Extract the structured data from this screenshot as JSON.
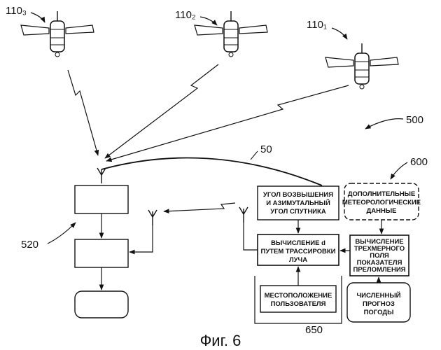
{
  "labels": {
    "sat3": "110₃",
    "sat2": "110₂",
    "sat1": "110₁",
    "ref500": "500",
    "ref50": "50",
    "ref600": "600",
    "ref520": "520",
    "ref650": "650"
  },
  "boxes": {
    "elevation_line1": "УГОЛ ВОЗВЫШЕНИЯ",
    "elevation_line2": "И АЗИМУТАЛЬНЫЙ",
    "elevation_line3": "УГОЛ СПУТНИКА",
    "meteo_line1": "ДОПОЛНИТЕЛЬНЫЕ",
    "meteo_line2": "МЕТЕОРОЛОГИЧЕСКИЕ",
    "meteo_line3": "ДАННЫЕ",
    "calc_d_line1": "ВЫЧИСЛЕНИЕ d",
    "calc_d_line2": "ПУТЕМ ТРАССИРОВКИ",
    "calc_d_line3": "ЛУЧА",
    "refr_line1": "ВЫЧИСЛЕНИЕ",
    "refr_line2": "ТРЕХМЕРНОГО",
    "refr_line3": "ПОЛЯ",
    "refr_line4": "ПОКАЗАТЕЛЯ",
    "refr_line5": "ПРЕЛОМЛЕНИЯ",
    "location_line1": "МЕСТОПОЛОЖЕНИЕ",
    "location_line2": "ПОЛЬЗОВАТЕЛЯ",
    "forecast_line1": "ЧИСЛЕННЫЙ",
    "forecast_line2": "ПРОГНОЗ",
    "forecast_line3": "ПОГОДЫ"
  },
  "caption": "Фиг. 6"
}
